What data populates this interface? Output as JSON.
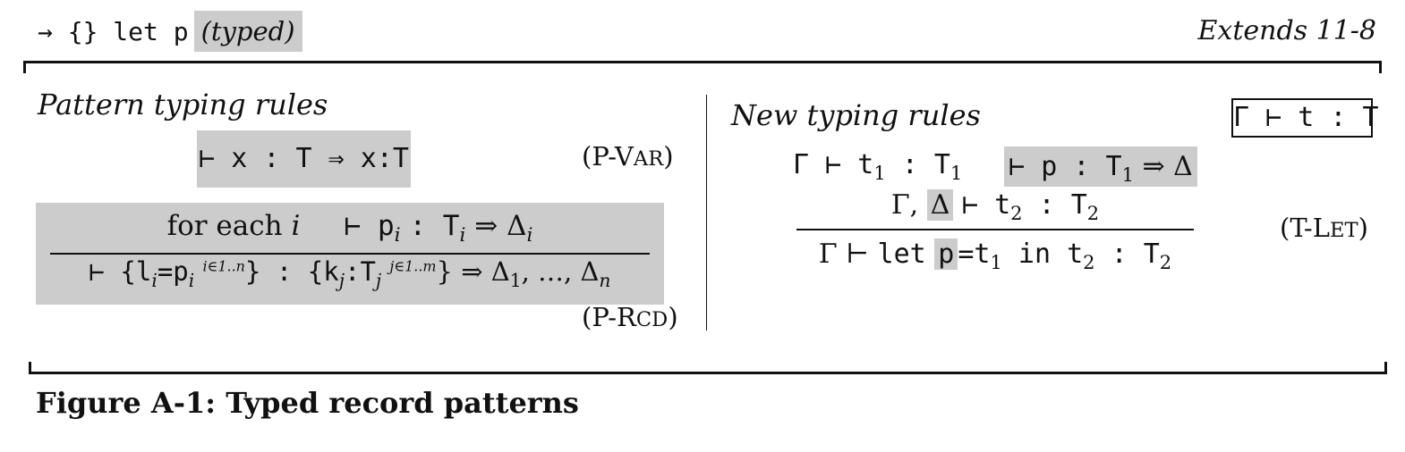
{
  "header": {
    "left_code": "→ {} let p",
    "left_tag": "(typed)",
    "right": "Extends 11-8"
  },
  "left_section": {
    "title": "Pattern typing rules",
    "p_var": {
      "rule": "⊢ x : T ⇒ x:T",
      "label_prefix": "(P-V",
      "label_sc": "AR",
      "label_suffix": ")"
    },
    "p_rcd": {
      "premise_text": "for each",
      "premise_var": "i",
      "premise_judgment": "⊢ p",
      "premise_sub": "i",
      "premise_type": ": T",
      "premise_type_sub": "i",
      "premise_ctx": "⇒ Δ",
      "premise_ctx_sub": "i",
      "conclusion": {
        "turnstile": "⊢ {l",
        "l_sub": "i",
        "eq_p": "=p",
        "p_sub": "i",
        "range1": "i∈1..n",
        "close": "} : {k",
        "k_sub": "j",
        "colon_T": ":T",
        "T_sub": "j",
        "range2": "j∈1..m",
        "close2": "} ⇒ Δ",
        "d1": "1",
        "dots": ", …, Δ",
        "dn": "n"
      },
      "label_prefix": "(P-R",
      "label_sc": "CD",
      "label_suffix": ")"
    }
  },
  "right_section": {
    "title": "New typing rules",
    "judgment_box": "Γ ⊢ t : T",
    "t_let": {
      "p1_pre": "Γ ⊢ t",
      "p1_sub": "1",
      "p1_post": " : T",
      "p1_sub2": "1",
      "p2_pre": "⊢ p : T",
      "p2_sub": "1",
      "p2_post": " ⇒ Δ",
      "p3_pre": "Γ,",
      "p3_delta": "Δ",
      "p3_post": "⊢ t",
      "p3_sub": "2",
      "p3_post2": " : T",
      "p3_sub2": "2",
      "conc_pre": "Γ ⊢ ",
      "conc_let": "let",
      "conc_p": "p",
      "conc_eq": "=t",
      "conc_sub1": "1",
      "conc_in": " in t",
      "conc_sub2": "2",
      "conc_post": " : T",
      "conc_sub3": "2",
      "label_prefix": "(T-L",
      "label_sc": "ET",
      "label_suffix": ")"
    }
  },
  "caption": "Figure A-1: Typed record patterns"
}
